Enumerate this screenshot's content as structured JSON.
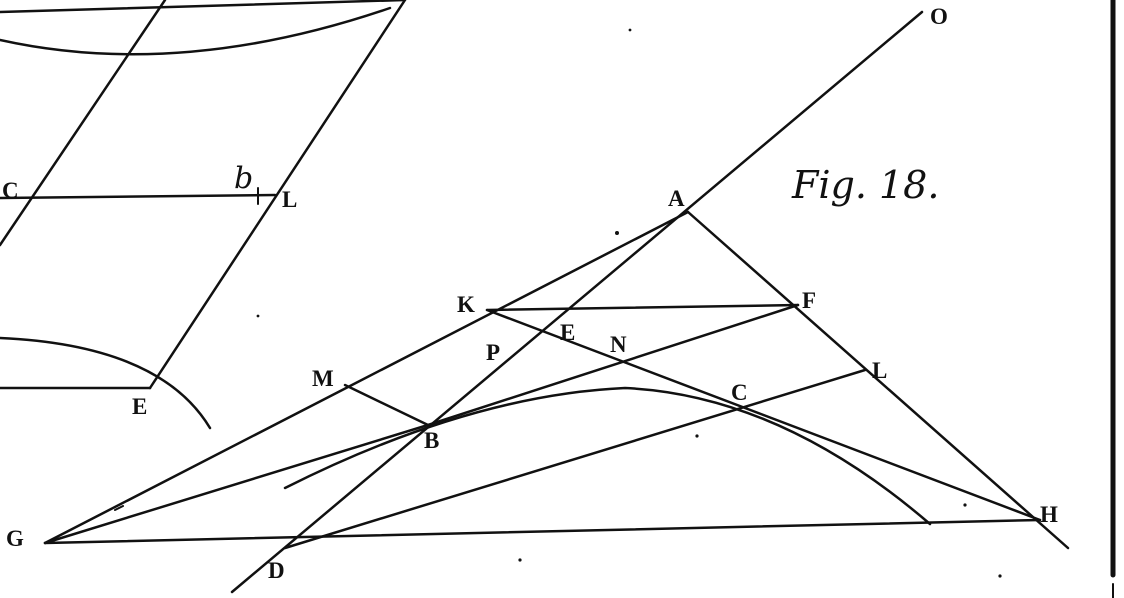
{
  "caption": "Fig. 18.",
  "left_figure_labels": {
    "C": "C",
    "b": "b",
    "L": "L",
    "E": "E"
  },
  "main_figure_labels": {
    "O": "O",
    "A": "A",
    "K": "K",
    "F": "F",
    "P": "P",
    "E": "E",
    "N": "N",
    "L": "L",
    "M": "M",
    "C": "C",
    "B": "B",
    "G": "G",
    "D": "D",
    "H": "H"
  }
}
